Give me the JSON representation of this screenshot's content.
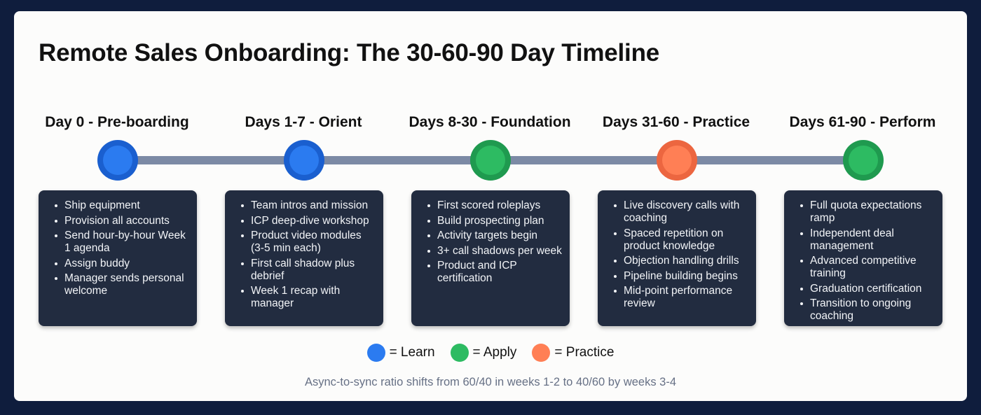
{
  "title": "Remote Sales Onboarding: The 30-60-90 Day Timeline",
  "colors": {
    "background": "#0f1d3d",
    "card": "#fcfcfb",
    "track": "#7c8aa5",
    "box": "#222c40",
    "learn": "#2b7bf0",
    "apply": "#2dbb62",
    "practice": "#ff7f55"
  },
  "stages": [
    {
      "heading": "Day 0 - Pre-boarding",
      "type": "learn",
      "items": [
        "Ship equipment",
        "Provision all accounts",
        "Send hour-by-hour Week 1 agenda",
        "Assign buddy",
        "Manager sends personal welcome"
      ]
    },
    {
      "heading": "Days 1-7 - Orient",
      "type": "learn",
      "items": [
        "Team intros and mission",
        "ICP deep-dive workshop",
        "Product video modules (3-5 min each)",
        "First call shadow plus debrief",
        "Week 1 recap with manager"
      ]
    },
    {
      "heading": "Days 8-30 - Foundation",
      "type": "apply",
      "items": [
        "First scored roleplays",
        "Build prospecting plan",
        "Activity targets begin",
        "3+ call shadows per week",
        "Product and ICP certification"
      ]
    },
    {
      "heading": "Days 31-60 - Practice",
      "type": "practice",
      "items": [
        "Live discovery calls with coaching",
        "Spaced repetition on product knowledge",
        "Objection handling drills",
        "Pipeline building begins",
        "Mid-point performance review"
      ]
    },
    {
      "heading": "Days 61-90 - Perform",
      "type": "apply",
      "items": [
        "Full quota expectations ramp",
        "Independent deal management",
        "Advanced competitive training",
        "Graduation certification",
        "Transition to ongoing coaching"
      ]
    }
  ],
  "legend": [
    {
      "label": "= Learn",
      "color": "#2b7bf0"
    },
    {
      "label": "= Apply",
      "color": "#2dbb62"
    },
    {
      "label": "= Practice",
      "color": "#ff7f55"
    }
  ],
  "footnote": "Async-to-sync ratio shifts from 60/40 in weeks 1-2 to 40/60 by weeks 3-4"
}
